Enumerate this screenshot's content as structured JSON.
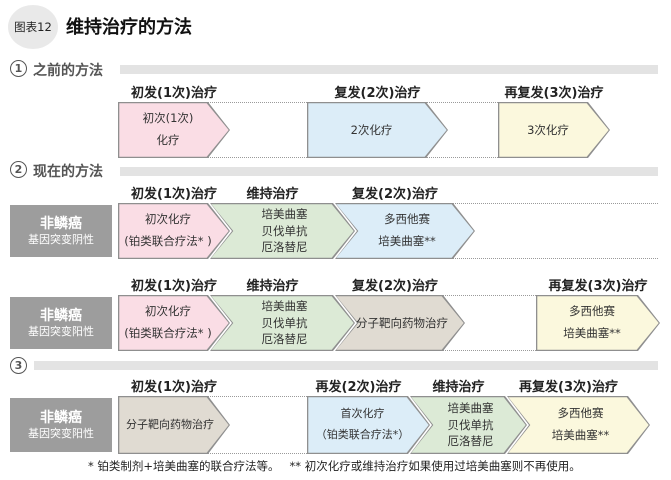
{
  "header": {
    "badge": "图表12",
    "title": "维持治疗的方法"
  },
  "s1": {
    "num": "1",
    "label": "之前的方法",
    "col1": "初发(1次)治疗",
    "col2": "复发(2次)治疗",
    "col3": "再复发(3次)治疗",
    "a1": "初次(1次)\n化疗",
    "a2": "2次化疗",
    "a3": "3次化疗"
  },
  "s2": {
    "num": "2",
    "label": "现在的方法",
    "rowA": {
      "cat_title": "非鳞癌",
      "cat_sub": "基因突变阴性",
      "col1": "初发(1次)治疗",
      "col2": "维持治疗",
      "col3": "复发(2次)治疗",
      "a1": "初次化疗\n(铂类联合疗法* )",
      "a2": "培美曲塞\n贝伐单抗\n厄洛替尼",
      "a3": "多西他赛\n培美曲塞**"
    },
    "rowB": {
      "cat_title": "非鳞癌",
      "cat_sub": "基因突变阳性",
      "col1": "初发(1次)治疗",
      "col2": "维持治疗",
      "col3": "复发(2次)治疗",
      "col4": "再复发(3次)治疗",
      "a1": "初次化疗\n(铂类联合疗法* )",
      "a2": "培美曲塞\n贝伐单抗\n厄洛替尼",
      "a3": "分子靶向药物治疗",
      "a4": "多西他赛\n培美曲塞**"
    }
  },
  "s3": {
    "num": "3",
    "row": {
      "cat_title": "非鳞癌",
      "cat_sub": "基因突变阳性",
      "col1": "初发(1次)治疗",
      "col2": "再发(2次)治疗",
      "col3": "维持治疗",
      "col4": "再复发(3次)治疗",
      "a1": "分子靶向药物治疗",
      "a2": "首次化疗\n（铂类联合疗法*）",
      "a3": "培美曲塞\n贝伐单抗\n厄洛替尼",
      "a4": "多西他赛\n培美曲塞**"
    }
  },
  "footer": {
    "note1": "* 铂类制剂+培美曲塞的联合疗法等。",
    "note2": "** 初次化疗或维持治疗如果使用过培美曲塞则不再使用。"
  },
  "colors": {
    "pink": "#fadde5",
    "green": "#dcead6",
    "blue": "#dcedf8",
    "yellow": "#fbf8dd",
    "tan": "#e0dbd2",
    "category_gray": "#9d9d9d",
    "bar_gray": "#e3e3e3",
    "border_gray": "#8f8f8f",
    "badge_gray": "#e9e9e9"
  }
}
